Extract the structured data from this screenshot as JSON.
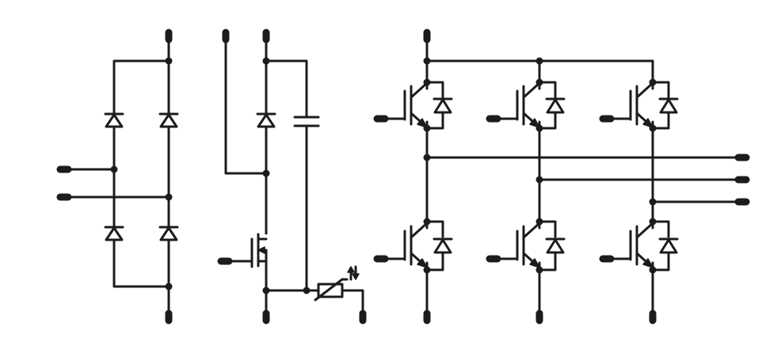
{
  "diagram": {
    "type": "circuit-schematic",
    "blocks": [
      {
        "id": "rectifier",
        "component": "diode-bridge",
        "diodes": 4
      },
      {
        "id": "brake-chopper",
        "components": [
          "diode",
          "n-mosfet",
          "capacitor",
          "ntc-thermistor"
        ]
      },
      {
        "id": "inverter",
        "component": "three-phase-igbt-bridge",
        "switches": 6,
        "freewheel_diodes": 6
      }
    ],
    "colors": {
      "stroke": "#1c1c1c",
      "background": "#ffffff"
    }
  }
}
